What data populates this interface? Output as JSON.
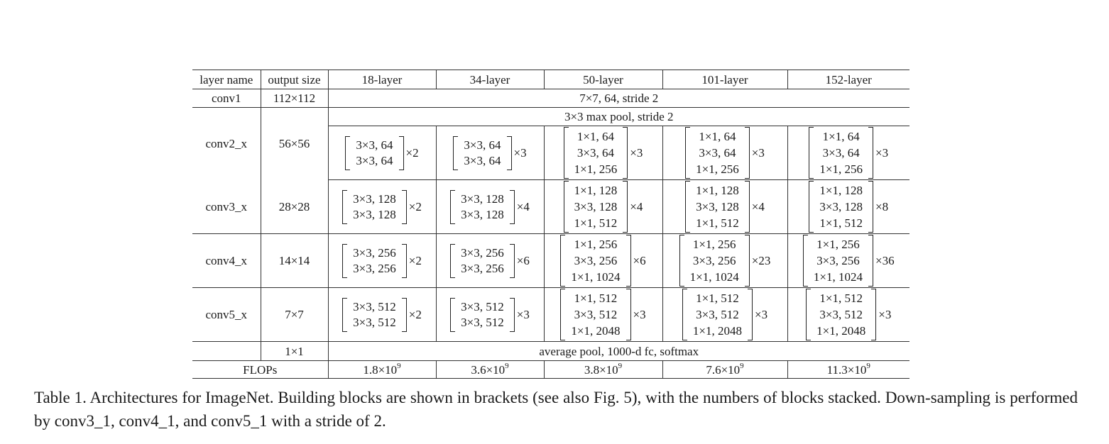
{
  "table": {
    "headers": [
      "layer name",
      "output size",
      "18-layer",
      "34-layer",
      "50-layer",
      "101-layer",
      "152-layer"
    ],
    "conv1": {
      "name": "conv1",
      "output": "112×112",
      "spec": "7×7, 64, stride 2"
    },
    "pool": {
      "spec": "3×3 max pool, stride 2"
    },
    "stages": [
      {
        "name": "conv2_x",
        "output": "56×56",
        "cells": [
          {
            "lines": [
              "3×3, 64",
              "3×3, 64"
            ],
            "rep": "×2"
          },
          {
            "lines": [
              "3×3, 64",
              "3×3, 64"
            ],
            "rep": "×3"
          },
          {
            "lines": [
              "1×1, 64",
              "3×3, 64",
              "1×1, 256"
            ],
            "rep": "×3"
          },
          {
            "lines": [
              "1×1, 64",
              "3×3, 64",
              "1×1, 256"
            ],
            "rep": "×3"
          },
          {
            "lines": [
              "1×1, 64",
              "3×3, 64",
              "1×1, 256"
            ],
            "rep": "×3"
          }
        ]
      },
      {
        "name": "conv3_x",
        "output": "28×28",
        "cells": [
          {
            "lines": [
              "3×3, 128",
              "3×3, 128"
            ],
            "rep": "×2"
          },
          {
            "lines": [
              "3×3, 128",
              "3×3, 128"
            ],
            "rep": "×4"
          },
          {
            "lines": [
              "1×1, 128",
              "3×3, 128",
              "1×1, 512"
            ],
            "rep": "×4"
          },
          {
            "lines": [
              "1×1, 128",
              "3×3, 128",
              "1×1, 512"
            ],
            "rep": "×4"
          },
          {
            "lines": [
              "1×1, 128",
              "3×3, 128",
              "1×1, 512"
            ],
            "rep": "×8"
          }
        ]
      },
      {
        "name": "conv4_x",
        "output": "14×14",
        "cells": [
          {
            "lines": [
              "3×3, 256",
              "3×3, 256"
            ],
            "rep": "×2"
          },
          {
            "lines": [
              "3×3, 256",
              "3×3, 256"
            ],
            "rep": "×6"
          },
          {
            "lines": [
              "1×1, 256",
              "3×3, 256",
              "1×1, 1024"
            ],
            "rep": "×6"
          },
          {
            "lines": [
              "1×1, 256",
              "3×3, 256",
              "1×1, 1024"
            ],
            "rep": "×23"
          },
          {
            "lines": [
              "1×1, 256",
              "3×3, 256",
              "1×1, 1024"
            ],
            "rep": "×36"
          }
        ]
      },
      {
        "name": "conv5_x",
        "output": "7×7",
        "cells": [
          {
            "lines": [
              "3×3, 512",
              "3×3, 512"
            ],
            "rep": "×2"
          },
          {
            "lines": [
              "3×3, 512",
              "3×3, 512"
            ],
            "rep": "×3"
          },
          {
            "lines": [
              "1×1, 512",
              "3×3, 512",
              "1×1, 2048"
            ],
            "rep": "×3"
          },
          {
            "lines": [
              "1×1, 512",
              "3×3, 512",
              "1×1, 2048"
            ],
            "rep": "×3"
          },
          {
            "lines": [
              "1×1, 512",
              "3×3, 512",
              "1×1, 2048"
            ],
            "rep": "×3"
          }
        ]
      }
    ],
    "final": {
      "output": "1×1",
      "spec": "average pool, 1000-d fc, softmax"
    },
    "flops": {
      "label": "FLOPs",
      "values": [
        {
          "base": "1.8×10",
          "exp": "9"
        },
        {
          "base": "3.6×10",
          "exp": "9"
        },
        {
          "base": "3.8×10",
          "exp": "9"
        },
        {
          "base": "7.6×10",
          "exp": "9"
        },
        {
          "base": "11.3×10",
          "exp": "9"
        }
      ]
    }
  },
  "caption": "Table 1. Architectures for ImageNet. Building blocks are shown in brackets (see also Fig. 5), with the numbers of blocks stacked. Down-sampling is performed by conv3_1, conv4_1, and conv5_1 with a stride of 2."
}
